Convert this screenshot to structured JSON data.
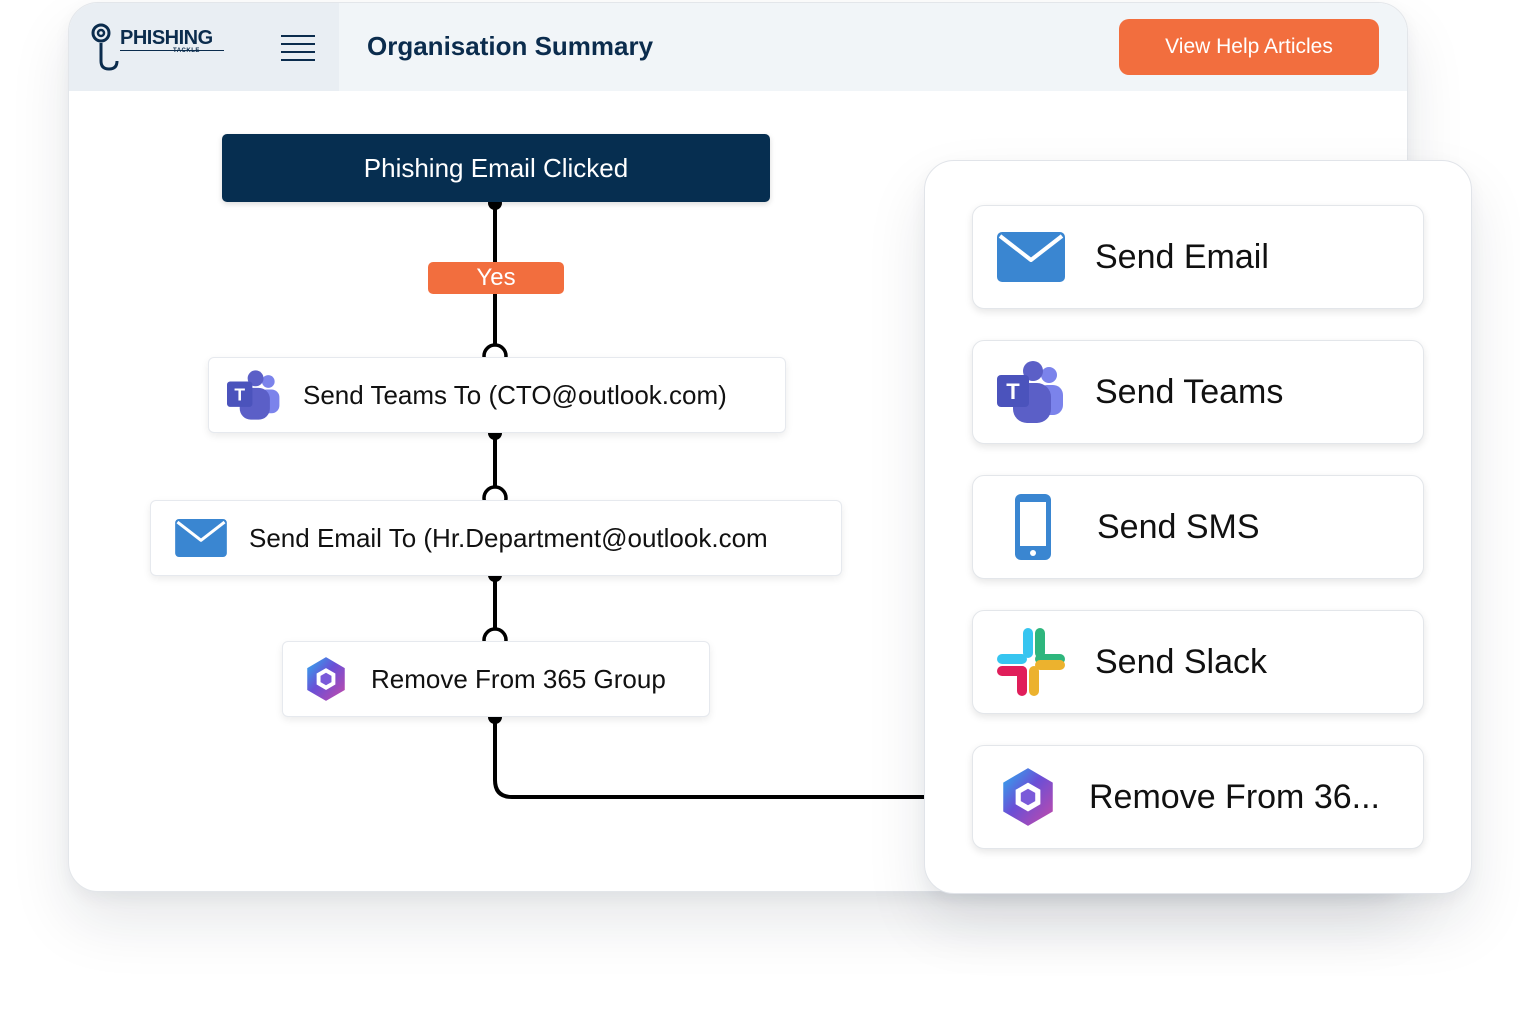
{
  "header": {
    "logo_text": "PHISHING",
    "logo_subtext": "TACKLE",
    "title": "Organisation Summary",
    "help_button": "View Help Articles"
  },
  "workflow": {
    "trigger": "Phishing Email Clicked",
    "condition": "Yes",
    "steps": [
      {
        "label": "Send Teams To (CTO@outlook.com)",
        "icon": "teams-icon"
      },
      {
        "label": "Send Email To (Hr.Department@outlook.com",
        "icon": "email-icon"
      },
      {
        "label": "Remove From 365 Group",
        "icon": "microsoft-365-icon"
      }
    ]
  },
  "actions": [
    {
      "label": "Send Email",
      "icon": "email-icon"
    },
    {
      "label": "Send Teams",
      "icon": "teams-icon"
    },
    {
      "label": "Send SMS",
      "icon": "phone-icon"
    },
    {
      "label": "Send Slack",
      "icon": "slack-icon"
    },
    {
      "label": "Remove From 36...",
      "icon": "microsoft-365-icon"
    }
  ],
  "colors": {
    "navy": "#0b2c4d",
    "trigger_bg": "#062e50",
    "accent": "#f26e3e",
    "email_blue": "#3a86d1",
    "teams_purple": "#5b5fc7"
  }
}
